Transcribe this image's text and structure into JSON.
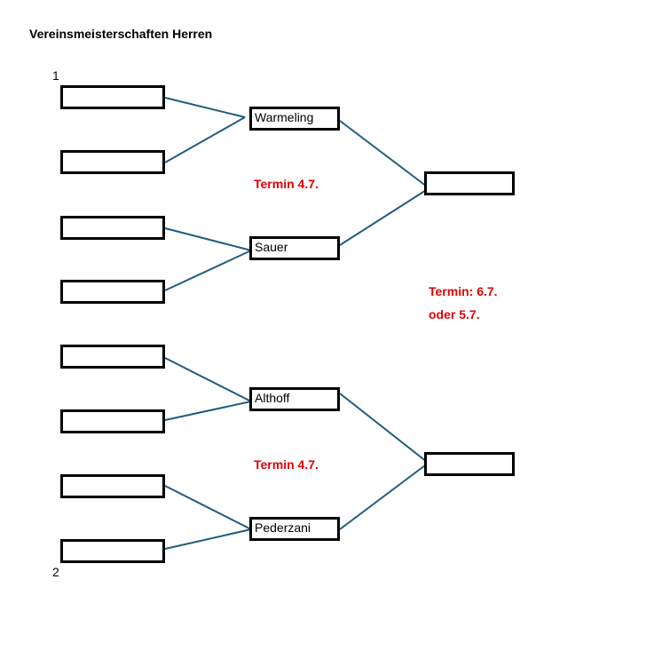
{
  "title": "Vereinsmeisterschaften Herren",
  "seeds": {
    "top": "1",
    "bottom": "2"
  },
  "round1": [
    "",
    "",
    "",
    "",
    "",
    "",
    "",
    ""
  ],
  "round2": [
    "Warmeling",
    "Sauer",
    "Althoff",
    "Pederzani"
  ],
  "round3": [
    "",
    ""
  ],
  "notes": {
    "round2_top": "Termin 4.7.",
    "round2_bottom": "Termin 4.7.",
    "round3_line1": "Termin: 6.7.",
    "round3_line2": "oder 5.7."
  },
  "colors": {
    "connector": "#1f5c7f",
    "note_text": "#e00000",
    "box_border": "#000000"
  }
}
